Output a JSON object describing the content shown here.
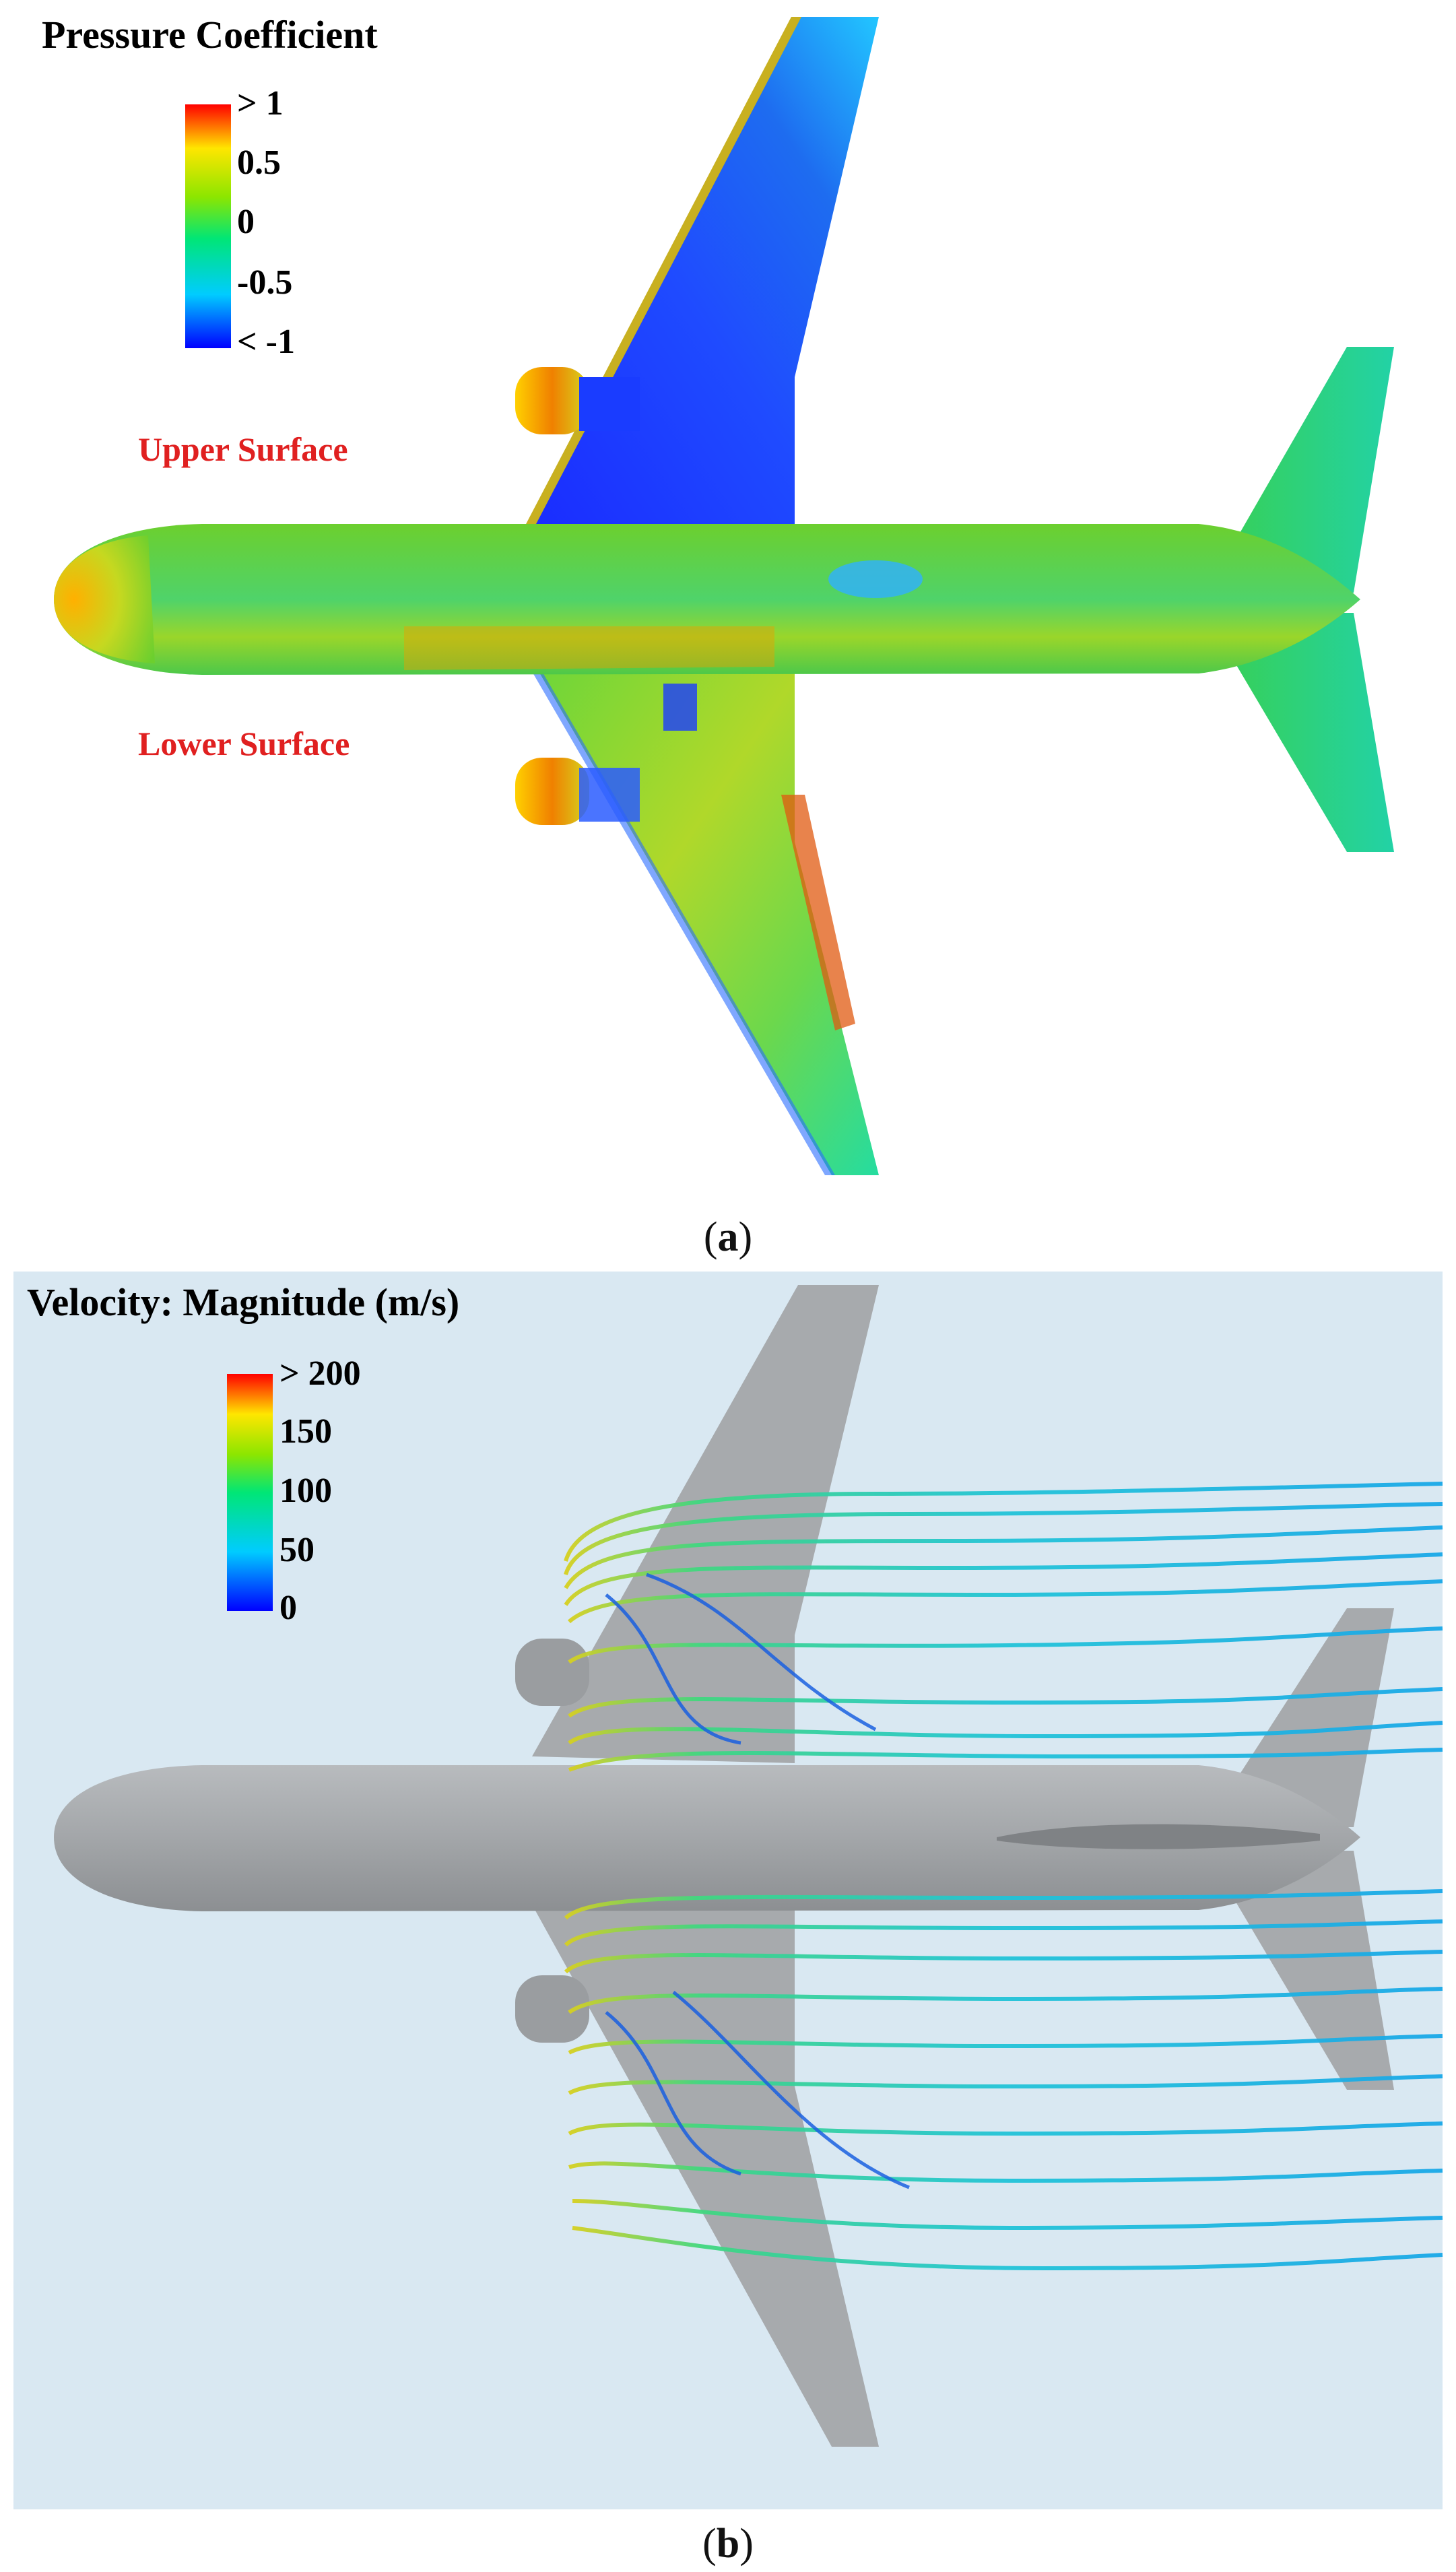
{
  "colors": {
    "colorbar": [
      "#0000ff",
      "#00ccff",
      "#00e676",
      "#8ce600",
      "#ffe600",
      "#ff0000"
    ],
    "surface_label": "#e02020",
    "aircraft_grey": "#a9acaf",
    "background_b": "#d9e8f2"
  },
  "panel_a": {
    "legend": {
      "title": "Pressure Coefficient",
      "ticks": [
        "> 1",
        "0.5",
        "0",
        "-0.5",
        "< -1"
      ],
      "range": [
        -1,
        1
      ]
    },
    "labels": {
      "upper": "Upper Surface",
      "lower": "Lower Surface"
    },
    "caption_letter": "a"
  },
  "panel_b": {
    "legend": {
      "title": "Velocity: Magnitude (m/s)",
      "ticks": [
        "> 200",
        "150",
        "100",
        "50",
        "0"
      ],
      "range": [
        0,
        200
      ]
    },
    "caption_letter": "b"
  },
  "icons": {
    "aircraft": "airplane-top-view",
    "streamlines": "flow-streamlines"
  }
}
